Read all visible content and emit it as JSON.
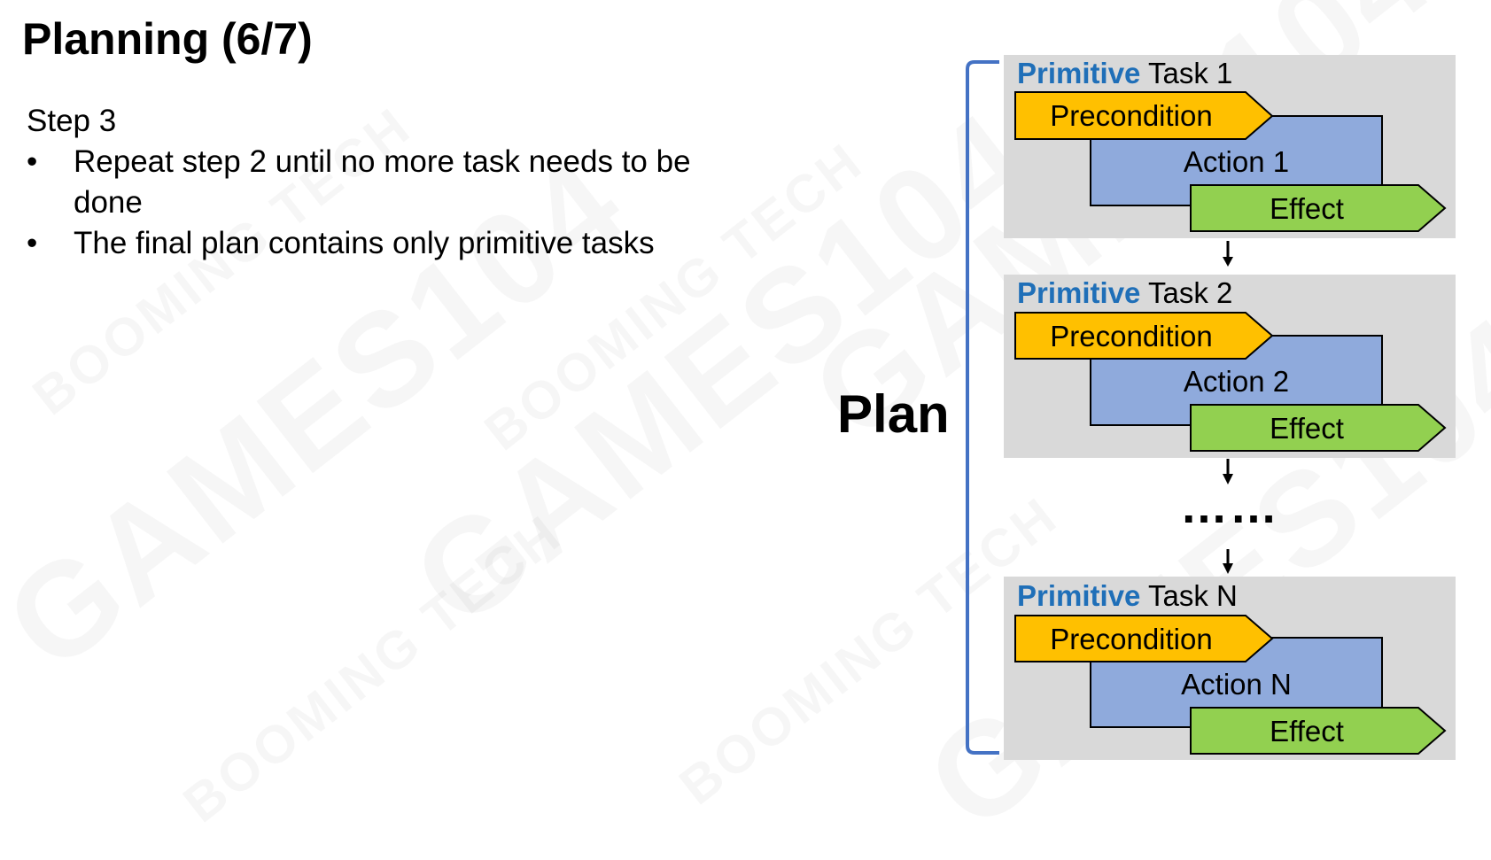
{
  "slide": {
    "title": "Planning (6/7)"
  },
  "content": {
    "step_label": "Step 3",
    "bullets": [
      "Repeat step 2 until no more task needs to be done",
      "The final plan contains only primitive tasks"
    ]
  },
  "diagram": {
    "plan_label": "Plan",
    "ellipsis": "……",
    "tasks": [
      {
        "primitive_word": "Primitive",
        "task_name": "Task 1",
        "precondition": "Precondition",
        "action": "Action 1",
        "effect": "Effect"
      },
      {
        "primitive_word": "Primitive",
        "task_name": "Task 2",
        "precondition": "Precondition",
        "action": "Action 2",
        "effect": "Effect"
      },
      {
        "primitive_word": "Primitive",
        "task_name": "Task N",
        "precondition": "Precondition",
        "action": "Action N",
        "effect": "Effect"
      }
    ]
  },
  "watermarks": [
    "GAMES104",
    "BOOMING TECH"
  ],
  "colors": {
    "primitive_text": "#1f6fb8",
    "task_box_bg": "#d9d9d9",
    "precondition_fill": "#ffc000",
    "action_fill": "#8faadc",
    "effect_fill": "#92d050",
    "bracket": "#4472c4"
  }
}
